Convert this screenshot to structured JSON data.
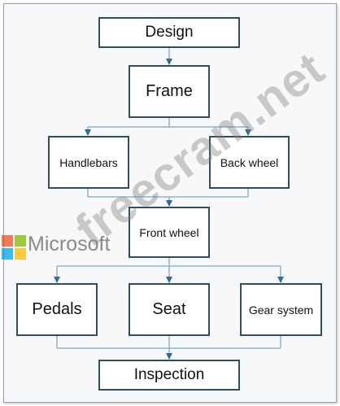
{
  "nodes": {
    "design": "Design",
    "frame": "Frame",
    "handlebars": "Handlebars",
    "back_wheel": "Back wheel",
    "front_wheel": "Front wheel",
    "pedals": "Pedals",
    "seat": "Seat",
    "gear_system": "Gear system",
    "inspection": "Inspection"
  },
  "watermark": {
    "text": "freecram.net",
    "logo_text": "Microsoft",
    "logo_colors": [
      "#f25022",
      "#7fba00",
      "#00a4ef",
      "#ffb900"
    ]
  },
  "colors": {
    "box_border": "#2f4f5d",
    "connector": "#8fb3cc",
    "arrow": "#2e6d98"
  }
}
